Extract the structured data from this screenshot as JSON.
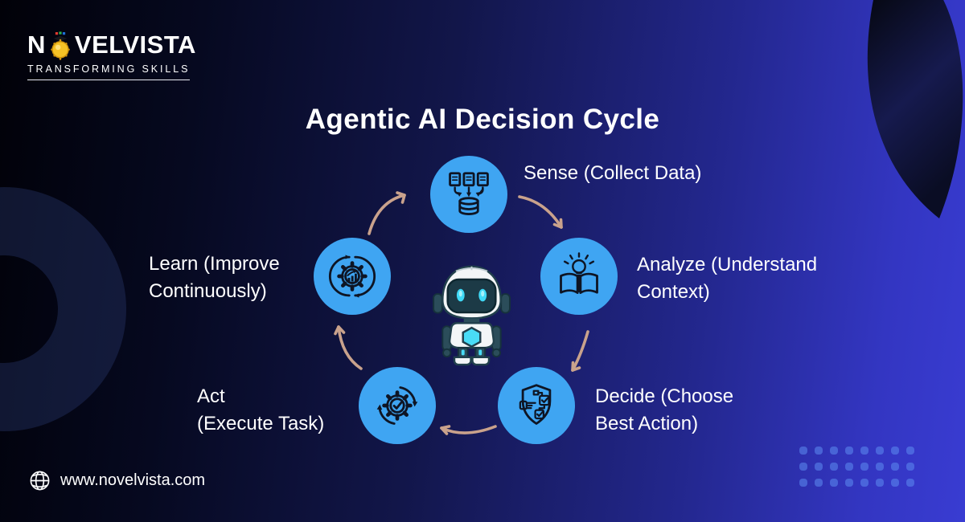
{
  "brand": {
    "name_prefix": "N",
    "name_suffix": "VELVISTA",
    "tagline": "TRANSFORMING SKILLS",
    "logo_icon": "sun-medal-icon",
    "logo_gold": "#f2b61d"
  },
  "title": "Agentic AI Decision Cycle",
  "cycle": {
    "center_mascot": "robot-mascot",
    "direction": "clockwise",
    "steps": [
      {
        "id": "sense",
        "icon": "documents-database-icon",
        "lines": [
          "Sense (Collect Data)"
        ]
      },
      {
        "id": "analyze",
        "icon": "lightbulb-book-icon",
        "lines": [
          "Analyze (Understand",
          "Context)"
        ]
      },
      {
        "id": "decide",
        "icon": "shield-checklist-icon",
        "lines": [
          "Decide (Choose",
          "Best Action)"
        ]
      },
      {
        "id": "act",
        "icon": "gear-check-refresh-icon",
        "lines": [
          "Act",
          "(Execute Task)"
        ]
      },
      {
        "id": "learn",
        "icon": "gear-growth-refresh-icon",
        "lines": [
          "Learn (Improve",
          "Continuously)"
        ]
      }
    ]
  },
  "footer": {
    "icon": "globe-icon",
    "website": "www.novelvista.com"
  },
  "colors": {
    "background_left": "#010108",
    "background_right": "#3639cd",
    "step_circle": "#3fa5f2",
    "icon_stroke": "#0e1524",
    "arrow": "#c9a28c",
    "text": "#ffffff",
    "robot_teal": "#2b4d5a",
    "robot_cyan": "#49dcf6",
    "dots": "#5c8cf0"
  }
}
